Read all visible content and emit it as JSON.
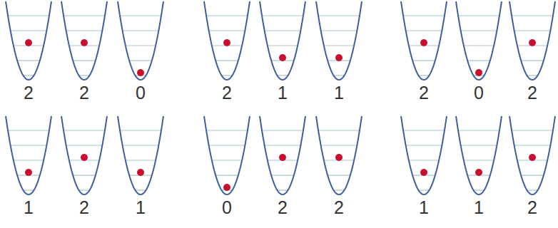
{
  "diagram": {
    "labels": [
      "2",
      "2",
      "0",
      "2",
      "1",
      "1",
      "2",
      "0",
      "2",
      "1",
      "2",
      "1",
      "0",
      "2",
      "2",
      "1",
      "1",
      "2"
    ]
  }
}
